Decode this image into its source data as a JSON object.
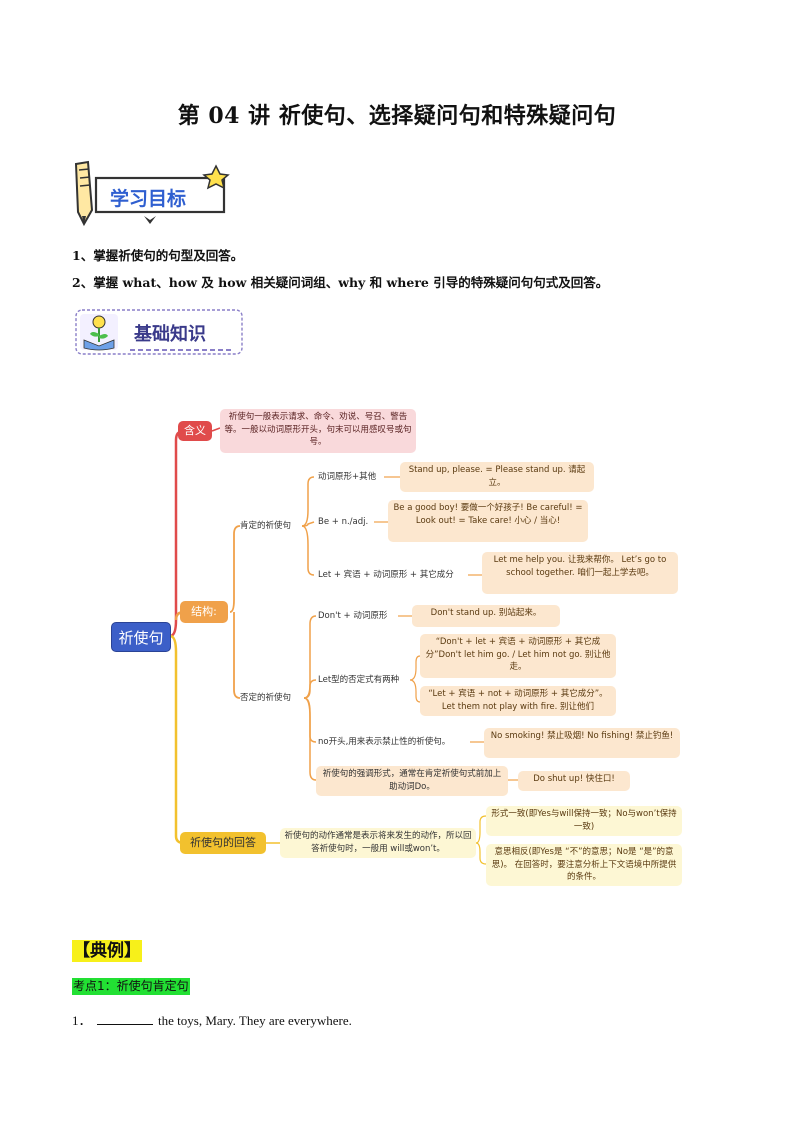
{
  "title": "第 04 讲  祈使句、选择疑问句和特殊疑问句",
  "goals_banner": "学习目标",
  "goals": [
    "1、掌握祈使句的句型及回答。",
    "2、掌握 what、how 及 how 相关疑问词组、why 和 where 引导的特殊疑问句句式及回答。"
  ],
  "knowledge_banner": "基础知识",
  "mindmap": {
    "root": "祈使句",
    "meaning_label": "含义",
    "meaning_text": "祈使句一般表示请求、命令、劝说、号召、警告等。一般以动词原形开头，句末可以用感叹号或句号。",
    "structure_label": "结构:",
    "affirmative_label": "肯定的祈使句",
    "affirmative": [
      {
        "pattern": "动词原形+其他",
        "example": "Stand up, please. = Please stand up. 请起立。"
      },
      {
        "pattern": "Be + n./adj.",
        "example": "Be a good boy! 要做一个好孩子!  Be careful! = Look out! = Take care! 小心 / 当心!"
      },
      {
        "pattern": "Let + 宾语 + 动词原形 + 其它成分",
        "example": "Let me help you. 让我来帮你。    Let’s go to school together. 咱们一起上学去吧。"
      }
    ],
    "negative_label": "否定的祈使句",
    "negative_dont": {
      "pattern": "Don't + 动词原形",
      "example": "Don't stand up. 别站起来。"
    },
    "negative_let": {
      "pattern": "Let型的否定式有两种",
      "examples": [
        "“Don't + let + 宾语 + 动词原形 + 其它成分”Don't let him go. / Let him not go. 别让他走。",
        "“Let + 宾语 + not + 动词原形 + 其它成分”。Let them not play with fire. 别让他们"
      ]
    },
    "negative_no": {
      "pattern": "no开头,用来表示禁止性的祈使句。",
      "example": "No smoking! 禁止吸烟!    No fishing! 禁止钓鱼!"
    },
    "emphatic": {
      "pattern": "祈使句的强调形式，通常在肯定祈使句式前加上助动词Do。",
      "example": "Do shut up! 快住口!"
    },
    "answer_label": "祈使句的回答",
    "answer_text": "祈使句的动作通常是表示将来发生的动作，所以回答祈使句时，一般用 will或won’t。",
    "answer_points": [
      "形式一致(即Yes与will保持一致；No与won’t保持一致)",
      "意思相反(即Yes是 “不”的意思；No是 “是”的意思)。 在回答时，要注意分析上下文语境中所提供的条件。"
    ]
  },
  "example_header": "【典例】",
  "topic_tag": "考点1：祈使句肯定句",
  "question": {
    "number": "1．",
    "text": "the toys, Mary.  They are everywhere."
  },
  "colors": {
    "root": "#3c5fc8",
    "meaning": "#e04b4b",
    "structure": "#f0a14a",
    "answer": "#f2c12e",
    "highlight_yellow": "#f7f01a",
    "highlight_green": "#22e033"
  }
}
